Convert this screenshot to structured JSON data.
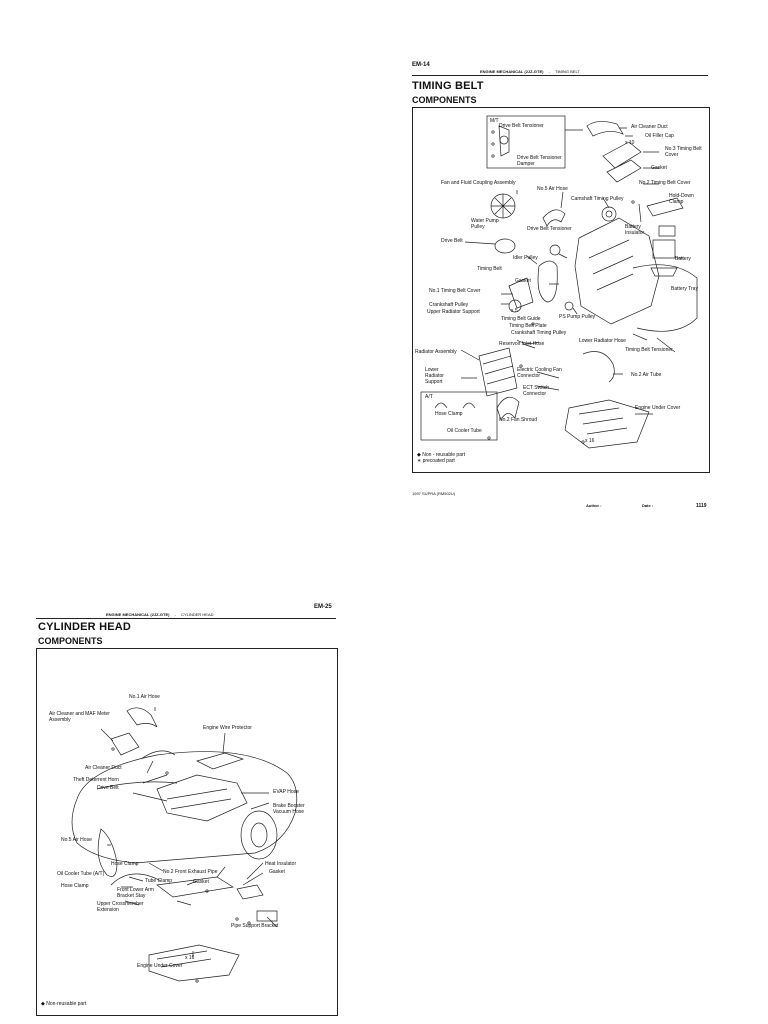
{
  "timing_belt_page": {
    "page_code": "EM-14",
    "section": "ENGINE MECHANICAL (2JZ-GTE)",
    "separator": "-",
    "subsection": "TIMING BELT",
    "title": "TIMING BELT",
    "subtitle": "COMPONENTS",
    "labels": {
      "mt": "M/T",
      "drive_belt_tensioner_top": "Drive Belt Tensioner",
      "drive_belt_tensioner_damper": "Drive Belt Tensioner Damper",
      "air_cleaner_duct": "Air Cleaner Duct",
      "oil_filler_cap": "Oil Filler Cap",
      "x10": "x 10",
      "no3_timing_belt_cover": "No.3 Timing Belt Cover",
      "gasket_top": "Gasket",
      "no2_timing_belt_cover": "No.2 Timing Belt Cover",
      "fan_fluid_coupling": "Fan and Fluid Coupling Assembly",
      "no5_air_hose": "No.5 Air Hose",
      "camshaft_timing_pulley": "Camshaft Timing Pulley",
      "hold_down_clamp": "Hold-Down Clamp",
      "water_pump_pulley": "Water Pump Pulley",
      "drive_belt_tensioner_mid": "Drive Belt Tensioner",
      "battery_insulator": "Battery Insulator",
      "drive_belt": "Drive Belt",
      "idler_pulley": "Idler Pulley",
      "battery": "Battery",
      "timing_belt": "Timing Belt",
      "gasket_mid": "Gasket",
      "battery_tray": "Battery Tray",
      "no1_timing_belt_cover": "No.1 Timing Belt Cover",
      "crankshaft_pulley": "Crankshaft Pulley",
      "upper_radiator_support": "Upper Radiator Support",
      "x5": "x 5",
      "ps_pump_pulley": "PS Pump Pulley",
      "timing_belt_guide": "Timing Belt Guide",
      "timing_belt_plate": "Timing Belt Plate",
      "crankshaft_timing_pulley": "Crankshaft Timing Pulley",
      "lower_radiator_hose": "Lower Radiator Hose",
      "timing_belt_tensioner": "Timing Belt Tensioner",
      "reservoir_inlet_hose": "Reservoir Inlet Hose",
      "radiator_assembly": "Radiator Assembly",
      "lower_radiator_support": "Lower Radiator Support",
      "electric_cooling_fan_connector": "Electric Cooling Fan Connector",
      "no2_air_tube": "No.2 Air Tube",
      "ect_switch_connector": "ECT Switch Connector",
      "at": "A/T",
      "hose_clamp": "Hose Clamp",
      "engine_under_cover": "Engine Under Cover",
      "no2_fan_shroud": "No.2 Fan Shroud",
      "oil_cooler_tube": "Oil Cooler Tube",
      "x16": "x 16"
    },
    "legend_non_reusable": "◆  Non - reusable part",
    "legend_precoated": "∗  precoated part",
    "footer_model": "1997 SUPRA   (RM502U)",
    "footer_author": "Author :",
    "footer_date": "Date :",
    "footer_page": "1119"
  },
  "cylinder_head_page": {
    "page_code": "EM-25",
    "section": "ENGINE MECHANICAL (2JZ-GTE)",
    "separator": "-",
    "subsection": "CYLINDER HEAD",
    "title": "CYLINDER HEAD",
    "subtitle": "COMPONENTS",
    "labels": {
      "no1_air_hose": "No.1 Air Hose",
      "air_cleaner_maf": "Air Cleaner and MAF Meter Assembly",
      "engine_wire_protector": "Engine Wire Protector",
      "air_cleaner_duct": "Air Cleaner Duct",
      "theft_deterrent_horn": "Theft Deterrent Horn",
      "drive_belt": "Drive Belt",
      "evap_hose": "EVAP Hose",
      "brake_booster_vacuum_hose": "Brake Booster Vacuum Hose",
      "no5_air_hose": "No.5 Air Hose",
      "hose_clamp_mid": "Hose Clamp",
      "heat_insulator": "Heat Insulator",
      "oil_cooler_tube_at": "Oil Cooler Tube (A/T)",
      "no2_front_exhaust_pipe": "No.2 Front Exhaust Pipe",
      "gasket_right": "Gasket",
      "tube_clamp": "Tube Clamp",
      "hose_clamp_left": "Hose Clamp",
      "gasket_mid": "Gasket",
      "front_lower_arm_bracket_stay": "Front Lower Arm Bracket Stay",
      "upper_crossmember_extension": "Upper Crossmember Extension",
      "pipe_support_bracket": "Pipe Support Bracket",
      "x16": "x 16",
      "engine_under_cover": "Engine Under Cover"
    },
    "legend_non_reusable": "◆  Non-reusable part"
  }
}
